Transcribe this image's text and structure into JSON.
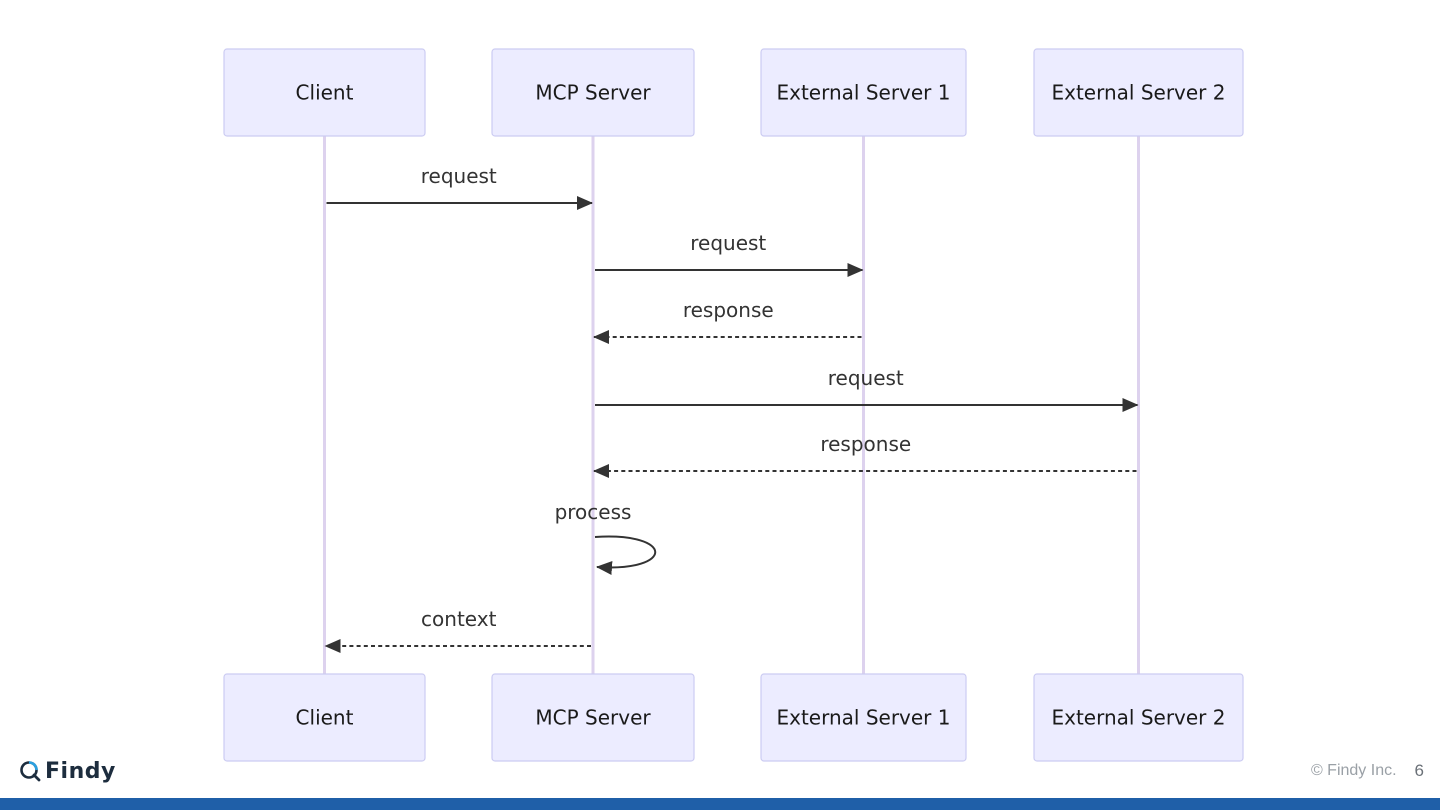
{
  "diagram": {
    "type": "sequence",
    "participants": [
      "Client",
      "MCP Server",
      "External Server 1",
      "External Server 2"
    ],
    "messages": [
      {
        "from": "Client",
        "to": "MCP Server",
        "label": "request",
        "style": "solid"
      },
      {
        "from": "MCP Server",
        "to": "External Server 1",
        "label": "request",
        "style": "solid"
      },
      {
        "from": "External Server 1",
        "to": "MCP Server",
        "label": "response",
        "style": "dashed"
      },
      {
        "from": "MCP Server",
        "to": "External Server 2",
        "label": "request",
        "style": "solid"
      },
      {
        "from": "External Server 2",
        "to": "MCP Server",
        "label": "response",
        "style": "dashed"
      },
      {
        "from": "MCP Server",
        "to": "MCP Server",
        "label": "process",
        "style": "solid"
      },
      {
        "from": "MCP Server",
        "to": "Client",
        "label": "context",
        "style": "dashed"
      }
    ]
  },
  "footer": {
    "brand_name": "Findy",
    "brand_icon": "findy-logo-icon",
    "copyright": "© Findy Inc.",
    "page_number": "6"
  },
  "colors": {
    "actor_fill": "#ececff",
    "actor_border": "#ccccf2",
    "lifeline": "#ddd2ee",
    "arrow": "#333333",
    "bottom_bar": "#1f5fa8"
  }
}
